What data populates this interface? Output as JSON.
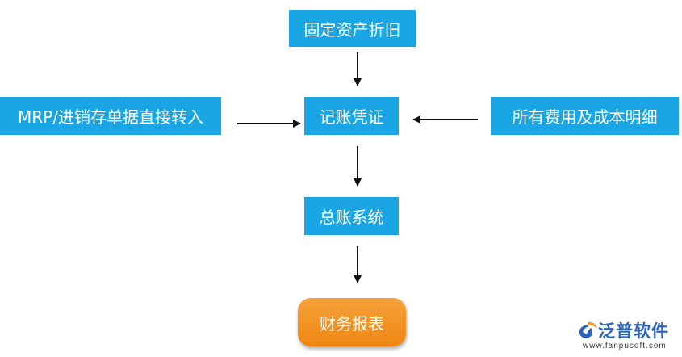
{
  "nodes": {
    "depreciation": "固定资产折旧",
    "mrp_import": "MRP/进销存单据直接转入",
    "voucher": "记账凭证",
    "costs": "所有费用及成本明细",
    "ledger": "总账系统",
    "reports": "财务报表"
  },
  "logo": {
    "name": "泛普软件",
    "url": "www.fanpusoft.com",
    "icon": "fanpu-logo-icon"
  },
  "colors": {
    "box": "#1aa6e4",
    "report_box": "#f39a2a",
    "arrow": "#111111",
    "logo_text": "#2b63b6"
  }
}
